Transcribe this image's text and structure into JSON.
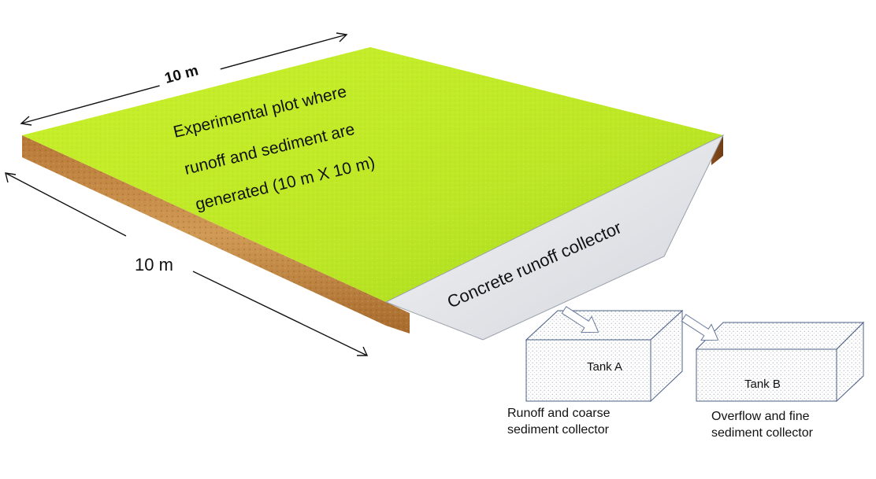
{
  "labels": {
    "top_dimension": "10 m",
    "side_dimension": "10 m",
    "plot_line1": "Experimental plot where",
    "plot_line2": "runoff and sediment are",
    "plot_line3": "generated (10 m X 10 m)",
    "collector": "Concrete runoff collector",
    "tank_a": "Tank A",
    "tank_a_caption1": "Runoff and coarse",
    "tank_a_caption2": "sediment collector",
    "tank_b": "Tank B",
    "tank_b_caption1": "Overflow and  fine",
    "tank_b_caption2": "sediment  collector"
  },
  "colors": {
    "grass_light": "#c6ef2a",
    "grass_dark": "#9ccc1a",
    "soil_light": "#c98a45",
    "soil_dark": "#9a5b22",
    "concrete": "#e6e8ec",
    "tank_stroke": "#4a5f86",
    "arrow_fill": "#ffffff",
    "arrow_stroke": "#6a7a9a"
  }
}
